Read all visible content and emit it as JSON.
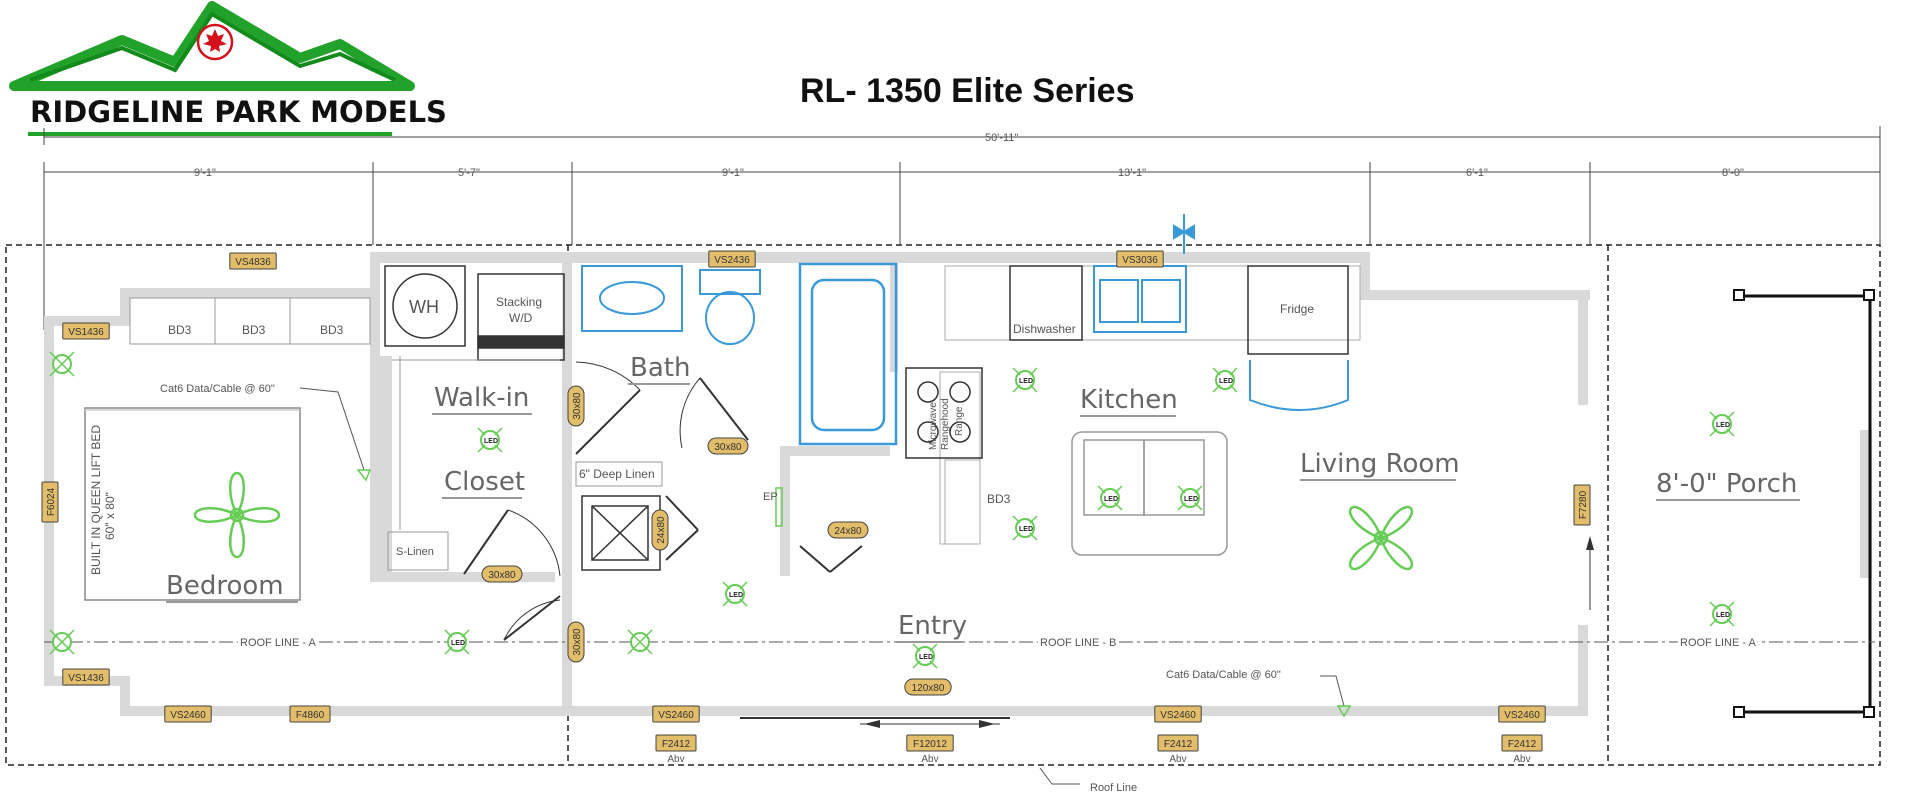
{
  "brand": {
    "name": "RIDGELINE PARK MODELS",
    "colors": {
      "green": "#22a22a",
      "red": "#d4101a"
    }
  },
  "title": "RL- 1350 Elite Series",
  "dimensions": {
    "overall": "50'-11\"",
    "segments": [
      "9'-1\"",
      "5'-7\"",
      "9'-1\"",
      "13'-1\"",
      "6'-1\"",
      "8'-0\""
    ]
  },
  "rooms": {
    "bedroom": "Bedroom",
    "walk_in": "Walk-in",
    "closet": "Closet",
    "bath": "Bath",
    "kitchen": "Kitchen",
    "living_room": "Living Room",
    "entry": "Entry",
    "porch": "8'-0\" Porch"
  },
  "labels": {
    "bd3": "BD3",
    "wh": "WH",
    "stacking_1": "Stacking",
    "stacking_2": "W/D",
    "dishwasher": "Dishwasher",
    "fridge": "Fridge",
    "cat6": "Cat6 Data/Cable @ 60\"",
    "bed_1": "BUILT IN QUEEN LIFT BED",
    "bed_2": "60\" x 80\"",
    "deep_linen": "6\" Deep Linen",
    "s_linen": "S-Linen",
    "ep": "EP",
    "microwave": "Microwave",
    "rangehood": "Rangehood",
    "range": "Range",
    "roof_line_a": "ROOF LINE - A",
    "roof_line_b": "ROOF LINE - B",
    "roof_line": "Roof Line",
    "abv": "Abv",
    "led": "LED"
  },
  "windows": {
    "vs4836": "VS4836",
    "vs1436": "VS1436",
    "f6024": "F6024",
    "vs2436": "VS2436",
    "vs3036": "VS3036",
    "vs2460": "VS2460",
    "f4860": "F4860",
    "f7280": "F7280",
    "f2412": "F2412",
    "f12012": "F12012"
  },
  "doors": {
    "d30x80": "30x80",
    "d24x80": "24x80",
    "d120x80": "120x80"
  },
  "plan_colors": {
    "fixture_blue": "#3a9ad9",
    "fixture_green": "#66cc55",
    "tag_fill": "#e2bd6a"
  }
}
